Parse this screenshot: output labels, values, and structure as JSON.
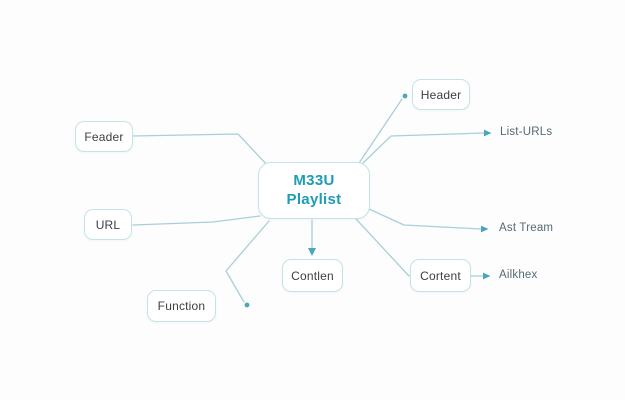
{
  "diagram": {
    "central": {
      "line1": "M33U",
      "line2": "Playlist"
    },
    "nodes": {
      "feader": {
        "label": "Feader"
      },
      "url": {
        "label": "URL"
      },
      "function": {
        "label": "Function"
      },
      "contlen": {
        "label": "Contlen"
      },
      "cortent": {
        "label": "Cortent"
      },
      "header": {
        "label": "Header"
      }
    },
    "labels": {
      "list_urls": "List-URLs",
      "ast_tream": "Ast Tream",
      "ailkhex": "Ailkhex"
    },
    "colors": {
      "accent_text": "#1d9cb5",
      "connector": "#a9cfd8",
      "arrow": "#4ba6ba",
      "node_border": "#c4e3e8",
      "node_text": "#3c4043",
      "floating_text": "#566b72"
    }
  }
}
